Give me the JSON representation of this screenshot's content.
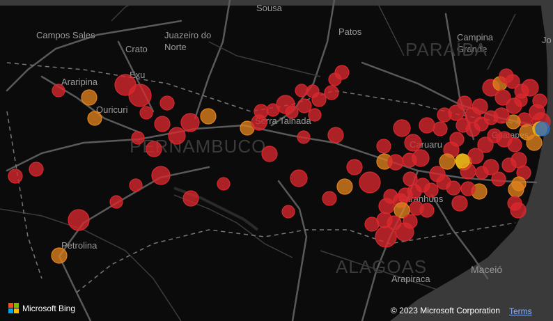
{
  "map": {
    "place_labels": [
      {
        "text": "Sousa",
        "style": "city"
      },
      {
        "text": "Patos",
        "style": "city"
      },
      {
        "text": "Campina",
        "style": "city"
      },
      {
        "text": "Grande",
        "style": "city"
      },
      {
        "text": "Campos Sales",
        "style": "city"
      },
      {
        "text": "Juazeiro do",
        "style": "city"
      },
      {
        "text": "Norte",
        "style": "city"
      },
      {
        "text": "Crato",
        "style": "city"
      },
      {
        "text": "Exu",
        "style": "city"
      },
      {
        "text": "Araripina",
        "style": "city"
      },
      {
        "text": "Ouricuri",
        "style": "city"
      },
      {
        "text": "Caruaru",
        "style": "city"
      },
      {
        "text": "Garanhuns",
        "style": "city"
      },
      {
        "text": "Serra Talhada",
        "style": "city"
      },
      {
        "text": "Petrolina",
        "style": "city"
      },
      {
        "text": "Arapiraca",
        "style": "city"
      },
      {
        "text": "Maceió",
        "style": "city"
      },
      {
        "text": "Guarapes",
        "style": "city"
      },
      {
        "text": "Jo",
        "style": "city"
      },
      {
        "text": "PERNAMBUCO",
        "style": "state"
      },
      {
        "text": "PARAÍBA",
        "style": "state"
      },
      {
        "text": "ALAGOAS",
        "style": "state"
      }
    ],
    "colors": {
      "background": "#0b0b0b",
      "ocean": "#3a3a3a",
      "road": "#5a5a5a",
      "border": "#777777",
      "marker_red": "#d8282e",
      "marker_orange": "#e0821e",
      "marker_yellow": "#e8b418",
      "marker_blue": "#2f6fbd"
    }
  },
  "attribution": {
    "brand": "Microsoft Bing",
    "brand_squares": [
      "#f25022",
      "#7fba00",
      "#00a4ef",
      "#ffb900"
    ],
    "copyright": "© 2023 Microsoft Corporation",
    "terms": "Terms"
  }
}
